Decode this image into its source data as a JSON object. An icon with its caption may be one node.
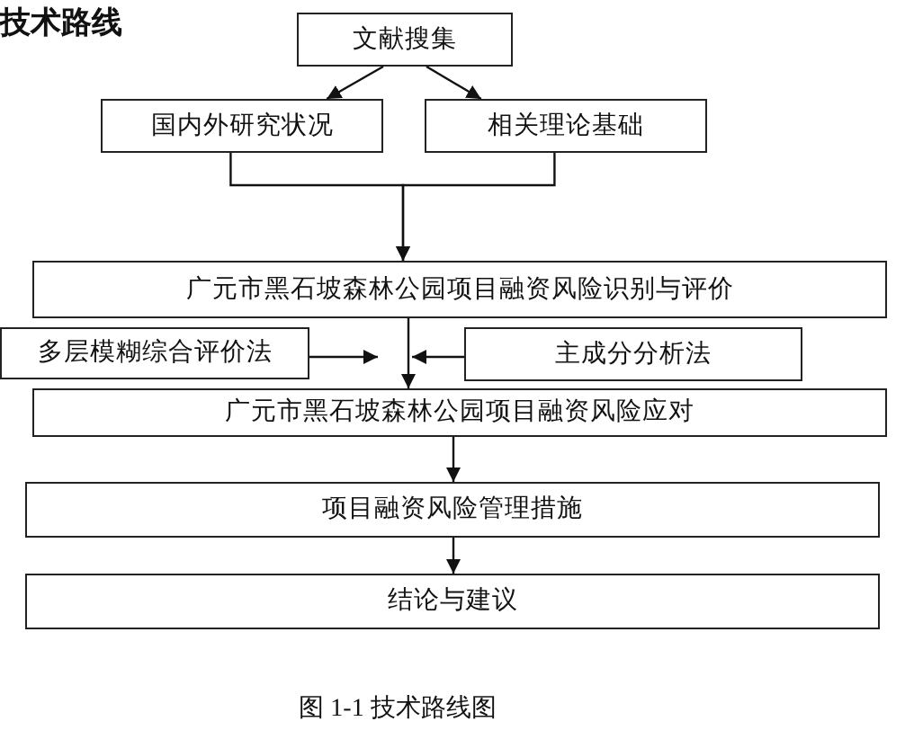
{
  "diagram": {
    "title": "技术路线",
    "caption": "图 1-1 技术路线图",
    "nodes": [
      {
        "text": [
          "文献搜集"
        ]
      },
      {
        "text": [
          "国内外研究状况"
        ]
      },
      {
        "text": [
          "相关理论基础"
        ]
      },
      {
        "text": [
          "广元市黑石坡森林公园项目融资风险识别与评价"
        ]
      },
      {
        "text": [
          "多层模糊综合评价法"
        ]
      },
      {
        "text": [
          "主成分分析法"
        ]
      },
      {
        "text": [
          "广元市黑石坡森林公园项目融资风险应对"
        ]
      },
      {
        "text": [
          "项目融资风险管理措施"
        ]
      },
      {
        "text": [
          "结论与建议"
        ]
      }
    ],
    "edges": [
      {
        "from": 0,
        "to": 1,
        "arrow": "to"
      },
      {
        "from": 0,
        "to": 2,
        "arrow": "to"
      },
      {
        "from": 1,
        "to": 3,
        "arrow": "to"
      },
      {
        "from": 2,
        "to": 3,
        "arrow": "to"
      },
      {
        "from": 3,
        "to": 6,
        "arrow": "to"
      },
      {
        "from": 4,
        "to": 6,
        "arrow": "to"
      },
      {
        "from": 5,
        "to": 6,
        "arrow": "to"
      },
      {
        "from": 6,
        "to": 7,
        "arrow": "to"
      },
      {
        "from": 7,
        "to": 8,
        "arrow": "to"
      }
    ]
  }
}
